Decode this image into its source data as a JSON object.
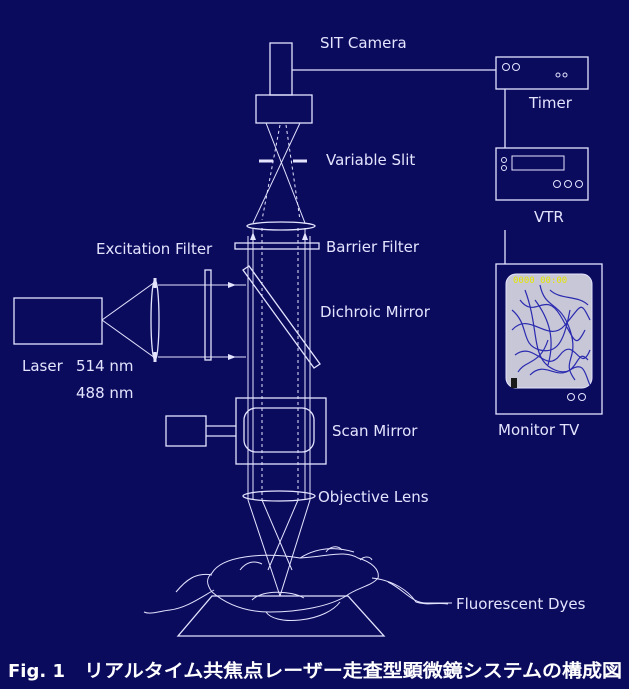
{
  "labels": {
    "sit_camera": "SIT Camera",
    "timer": "Timer",
    "variable_slit": "Variable Slit",
    "vtr": "VTR",
    "excitation_filter": "Excitation Filter",
    "barrier_filter": "Barrier Filter",
    "dichroic_mirror": "Dichroic Mirror",
    "laser": "Laser",
    "wavelength_1": "514 nm",
    "wavelength_2": "488 nm",
    "monitor_tv": "Monitor TV",
    "scan_mirror": "Scan Mirror",
    "objective_lens": "Objective Lens",
    "fluorescent_dyes": "Fluorescent Dyes",
    "monitor_overlay": "0000 00:00"
  },
  "caption": {
    "figure": "Fig. 1",
    "title": "リアルタイム共焦点レーザー走査型顕微鏡システムの構成図"
  },
  "colors": {
    "background": "#0b0b5e",
    "line": "#e4e4ff",
    "monitor_screen": "#c7c7d7",
    "monitor_trace": "#2a2ab0",
    "overlay_text": "#e6e600"
  }
}
